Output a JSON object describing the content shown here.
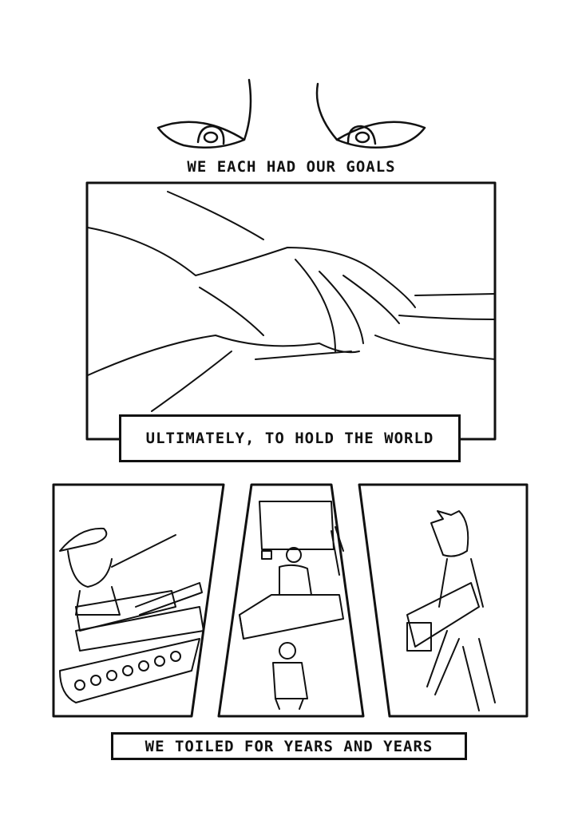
{
  "captions": {
    "goals": "We each had our goals",
    "hold_world": "Ultimately, to hold the world",
    "toiled": "We toiled for years and years"
  },
  "colors": {
    "ink": "#111111",
    "paper": "#ffffff"
  }
}
